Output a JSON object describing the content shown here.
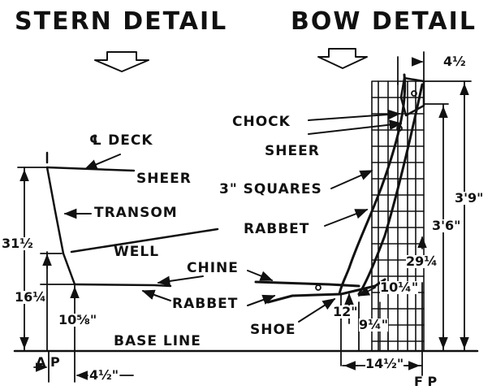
{
  "titles": {
    "stern": "STERN DETAIL",
    "bow": "BOW DETAIL"
  },
  "stern": {
    "cl_deck": "℄ DECK",
    "sheer": "SHEER",
    "transom": "TRANSOM",
    "well": "WELL",
    "rabbet": "RABBET",
    "base_line": "BASE LINE",
    "ap": "A P",
    "dims": {
      "height_sheer": "31½",
      "height_chine": "16¼",
      "transom_rake": "10⅝\"",
      "ap_offset": "4½\""
    }
  },
  "bow": {
    "chock": "CHOCK",
    "sheer": "SHEER",
    "squares": "3\" SQUARES",
    "rabbet": "RABBET",
    "chine": "CHINE",
    "shoe": "SHOE",
    "fp": "F P",
    "dims": {
      "top_offset": "4½",
      "height_overall": "3'9\"",
      "height_deck": "3'6\"",
      "height_chine": "29¼",
      "chine_offset": "10¼\"",
      "station_12": "12\"",
      "station_9": "9¼\"",
      "base_length": "14½\""
    }
  }
}
